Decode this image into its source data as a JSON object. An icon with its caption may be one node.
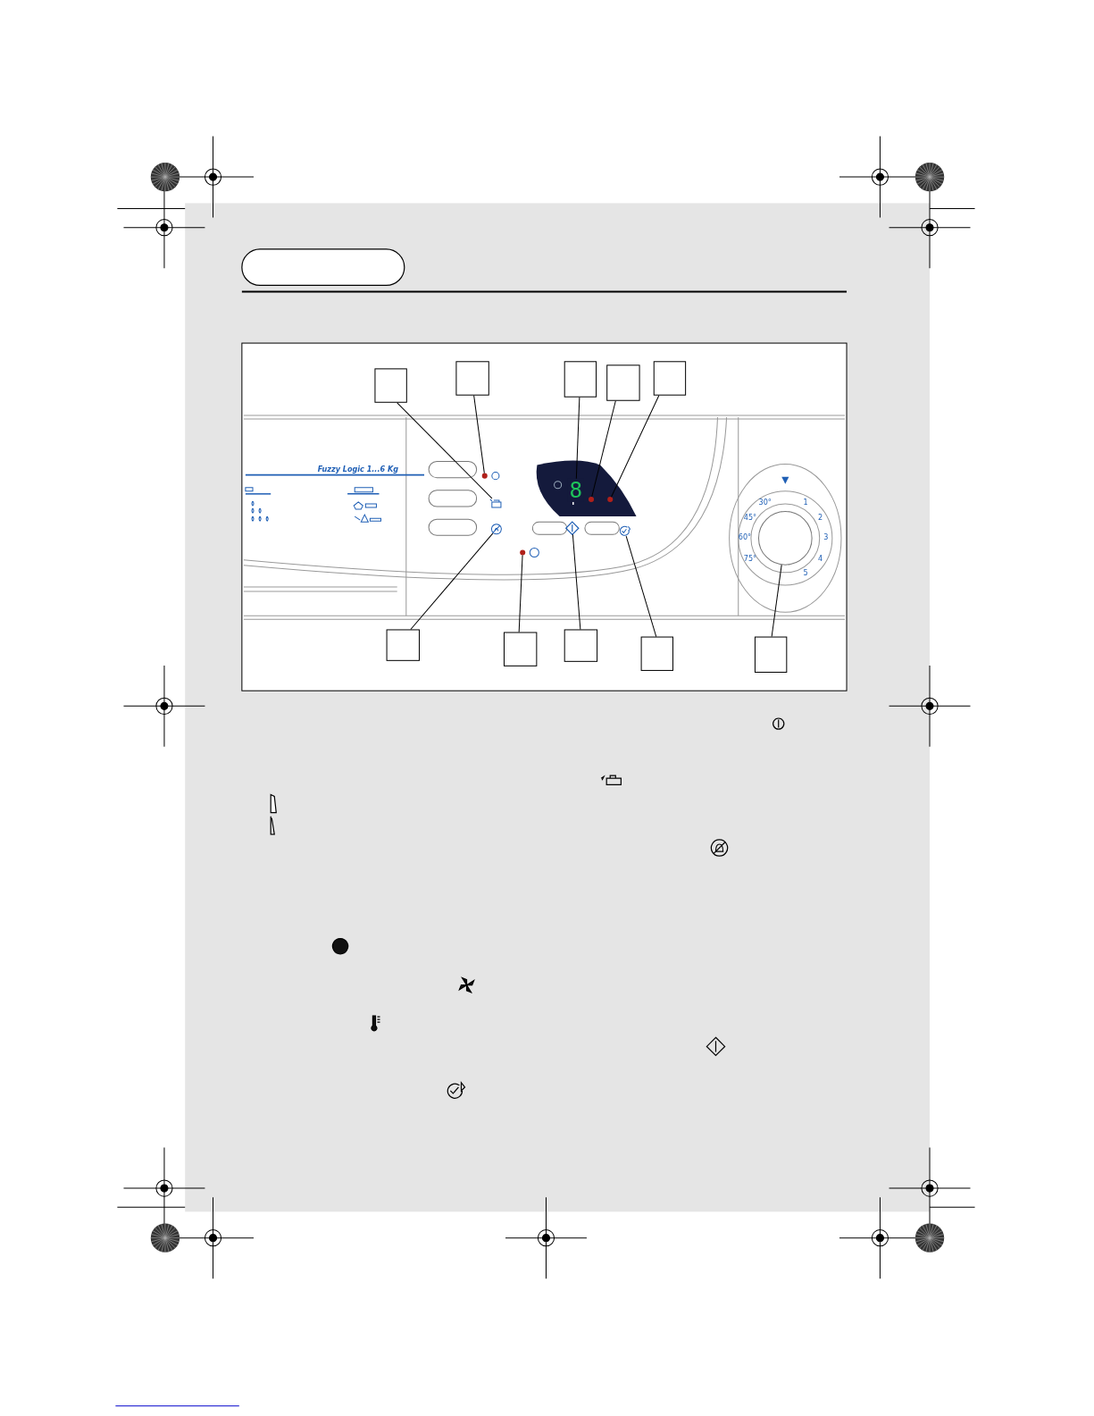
{
  "diagram": {
    "nodes": [
      {
        "text": [],
        "shape": "box"
      },
      {
        "text": [],
        "shape": "box"
      },
      {
        "text": [],
        "shape": "box"
      },
      {
        "text": [],
        "shape": "box"
      },
      {
        "text": [],
        "shape": "box"
      },
      {
        "text": [],
        "shape": "box"
      },
      {
        "text": [],
        "shape": "box"
      },
      {
        "text": [],
        "shape": "box"
      },
      {
        "text": [],
        "shape": "box"
      },
      {
        "text": [],
        "shape": "box"
      },
      {
        "text": [],
        "shape": "icon"
      },
      {
        "text": [],
        "shape": "circle"
      },
      {
        "text": [
          "8"
        ]
      },
      {
        "text": [],
        "shape": "circle"
      },
      {
        "text": [],
        "shape": "circle"
      },
      {
        "text": [],
        "shape": "icon"
      },
      {
        "text": [],
        "shape": "circle"
      },
      {
        "text": [],
        "shape": "diamond"
      },
      {
        "text": [],
        "shape": "icon"
      },
      {
        "text": [],
        "shape": "circle"
      }
    ],
    "edges": [
      {
        "from": 0,
        "to": 10,
        "arrow": "none"
      },
      {
        "from": 1,
        "to": 11,
        "arrow": "none"
      },
      {
        "from": 2,
        "to": 12,
        "arrow": "none"
      },
      {
        "from": 3,
        "to": 13,
        "arrow": "none"
      },
      {
        "from": 4,
        "to": 14,
        "arrow": "none"
      },
      {
        "from": 5,
        "to": 15,
        "arrow": "none"
      },
      {
        "from": 6,
        "to": 16,
        "arrow": "none"
      },
      {
        "from": 7,
        "to": 17,
        "arrow": "none"
      },
      {
        "from": 8,
        "to": 18,
        "arrow": "none"
      },
      {
        "from": 9,
        "to": 19,
        "arrow": "none"
      }
    ],
    "labels": [
      "Fuzzy Logic 1...6 Kg",
      "30°",
      "45°",
      "60°",
      "75°",
      "1",
      "2",
      "3",
      "4",
      "5"
    ]
  }
}
